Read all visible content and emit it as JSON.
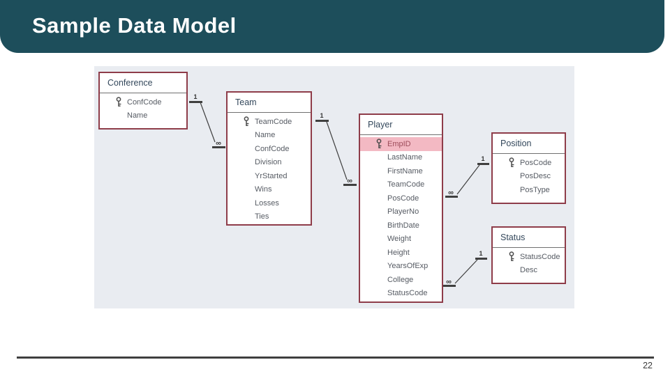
{
  "slide": {
    "title": "Sample Data Model",
    "page_number": "22"
  },
  "theme": {
    "header_bg": "#1d4e5b",
    "header_text": "#ffffff",
    "panel_bg": "#e9ecf1",
    "entity_border": "#8e3c49",
    "entity_title_color": "#33475b",
    "field_text_color": "#565b63",
    "highlight_bg": "#f3b9c3",
    "highlight_text": "#9c4b59",
    "connector_color": "#3f3f3f"
  },
  "diagram": {
    "entities": [
      {
        "id": "conference",
        "title": "Conference",
        "fields": [
          {
            "name": "ConfCode",
            "key": true
          },
          {
            "name": "Name"
          }
        ]
      },
      {
        "id": "team",
        "title": "Team",
        "fields": [
          {
            "name": "TeamCode",
            "key": true
          },
          {
            "name": "Name"
          },
          {
            "name": "ConfCode"
          },
          {
            "name": "Division"
          },
          {
            "name": "YrStarted"
          },
          {
            "name": "Wins"
          },
          {
            "name": "Losses"
          },
          {
            "name": "Ties"
          }
        ]
      },
      {
        "id": "player",
        "title": "Player",
        "fields": [
          {
            "name": "EmpID",
            "key": true,
            "highlight": true
          },
          {
            "name": "LastName"
          },
          {
            "name": "FirstName"
          },
          {
            "name": "TeamCode"
          },
          {
            "name": "PosCode"
          },
          {
            "name": "PlayerNo"
          },
          {
            "name": "BirthDate"
          },
          {
            "name": "Weight"
          },
          {
            "name": "Height"
          },
          {
            "name": "YearsOfExp"
          },
          {
            "name": "College"
          },
          {
            "name": "StatusCode"
          }
        ]
      },
      {
        "id": "position",
        "title": "Position",
        "fields": [
          {
            "name": "PosCode",
            "key": true
          },
          {
            "name": "PosDesc"
          },
          {
            "name": "PosType"
          }
        ]
      },
      {
        "id": "status",
        "title": "Status",
        "fields": [
          {
            "name": "StatusCode",
            "key": true
          },
          {
            "name": "Desc"
          }
        ]
      }
    ],
    "relationships": [
      {
        "one_side": "Conference",
        "many_side": "Team",
        "one_label": "1",
        "many_label": "∞"
      },
      {
        "one_side": "Team",
        "many_side": "Player",
        "one_label": "1",
        "many_label": "∞"
      },
      {
        "one_side": "Position",
        "many_side": "Player",
        "one_label": "1",
        "many_label": "∞"
      },
      {
        "one_side": "Status",
        "many_side": "Player",
        "one_label": "1",
        "many_label": "∞"
      }
    ]
  }
}
